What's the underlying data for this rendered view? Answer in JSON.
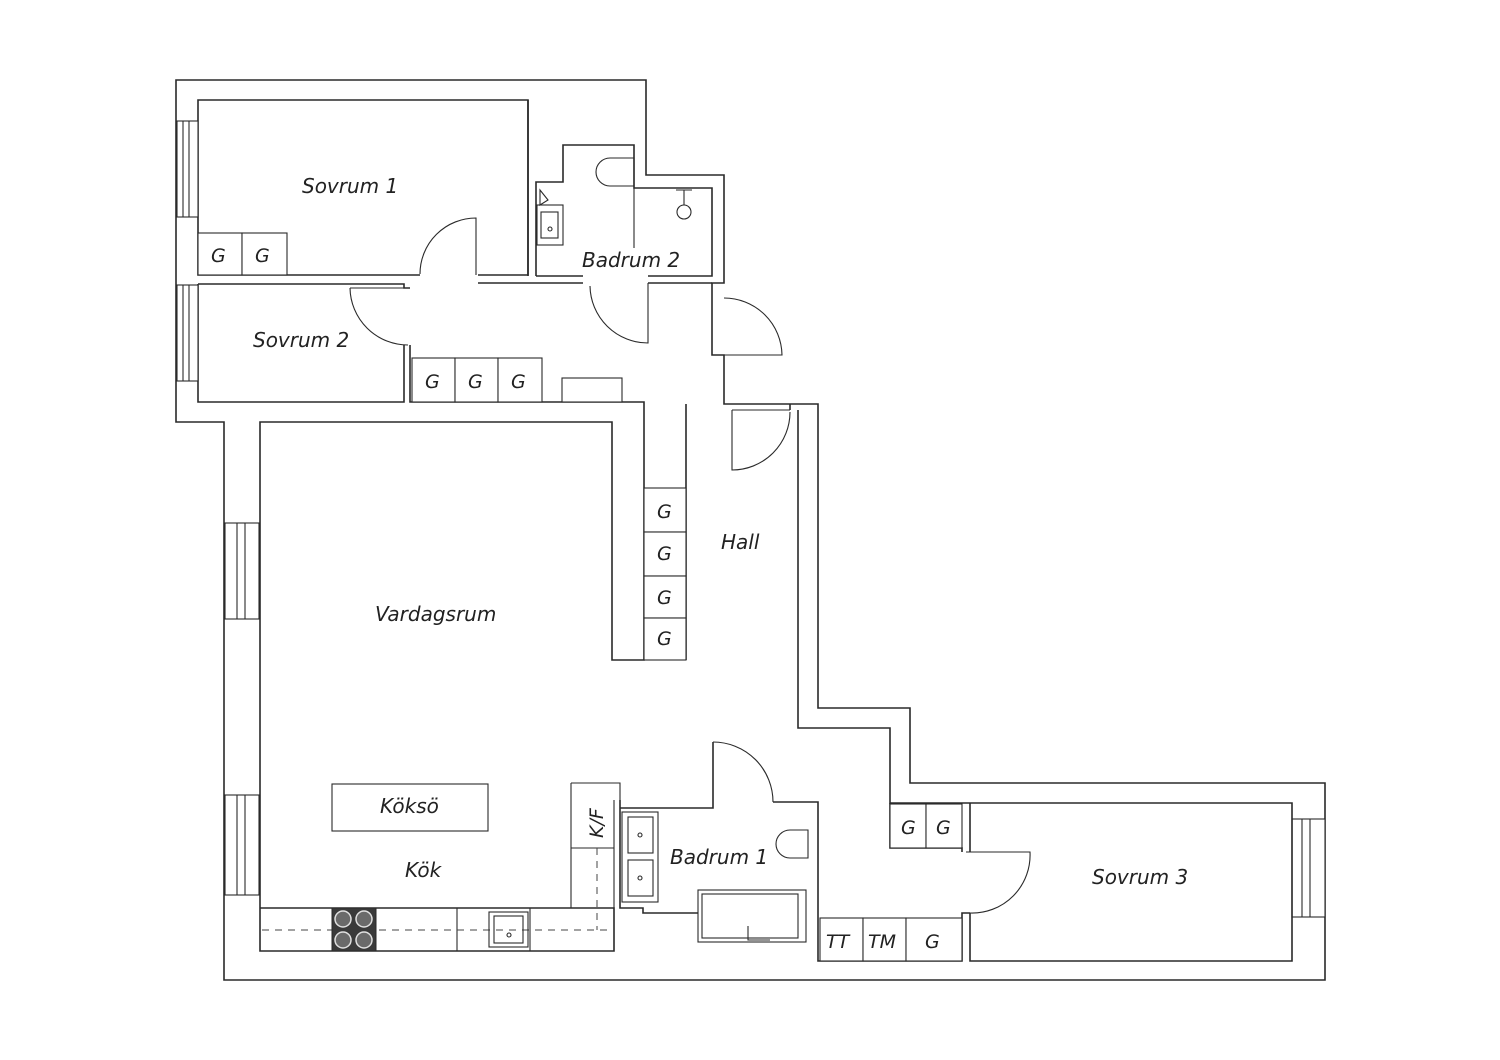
{
  "rooms": {
    "sovrum1": "Sovrum 1",
    "sovrum2": "Sovrum 2",
    "sovrum3": "Sovrum 3",
    "badrum1": "Badrum 1",
    "badrum2": "Badrum 2",
    "hall": "Hall",
    "vardagsrum": "Vardagsrum",
    "kok": "Kök",
    "kokso": "Köksö"
  },
  "storage": {
    "g": "G",
    "tt": "TT",
    "tm": "TM",
    "kf": "K/F"
  },
  "colors": {
    "line": "#2a2a2a",
    "stove": "#3a3a3a"
  },
  "icons": [
    "toilet-icon",
    "sink-icon",
    "shower-icon",
    "bathtub-icon",
    "stove-icon",
    "kitchen-sink-icon",
    "window-icon",
    "door-swing-icon"
  ]
}
